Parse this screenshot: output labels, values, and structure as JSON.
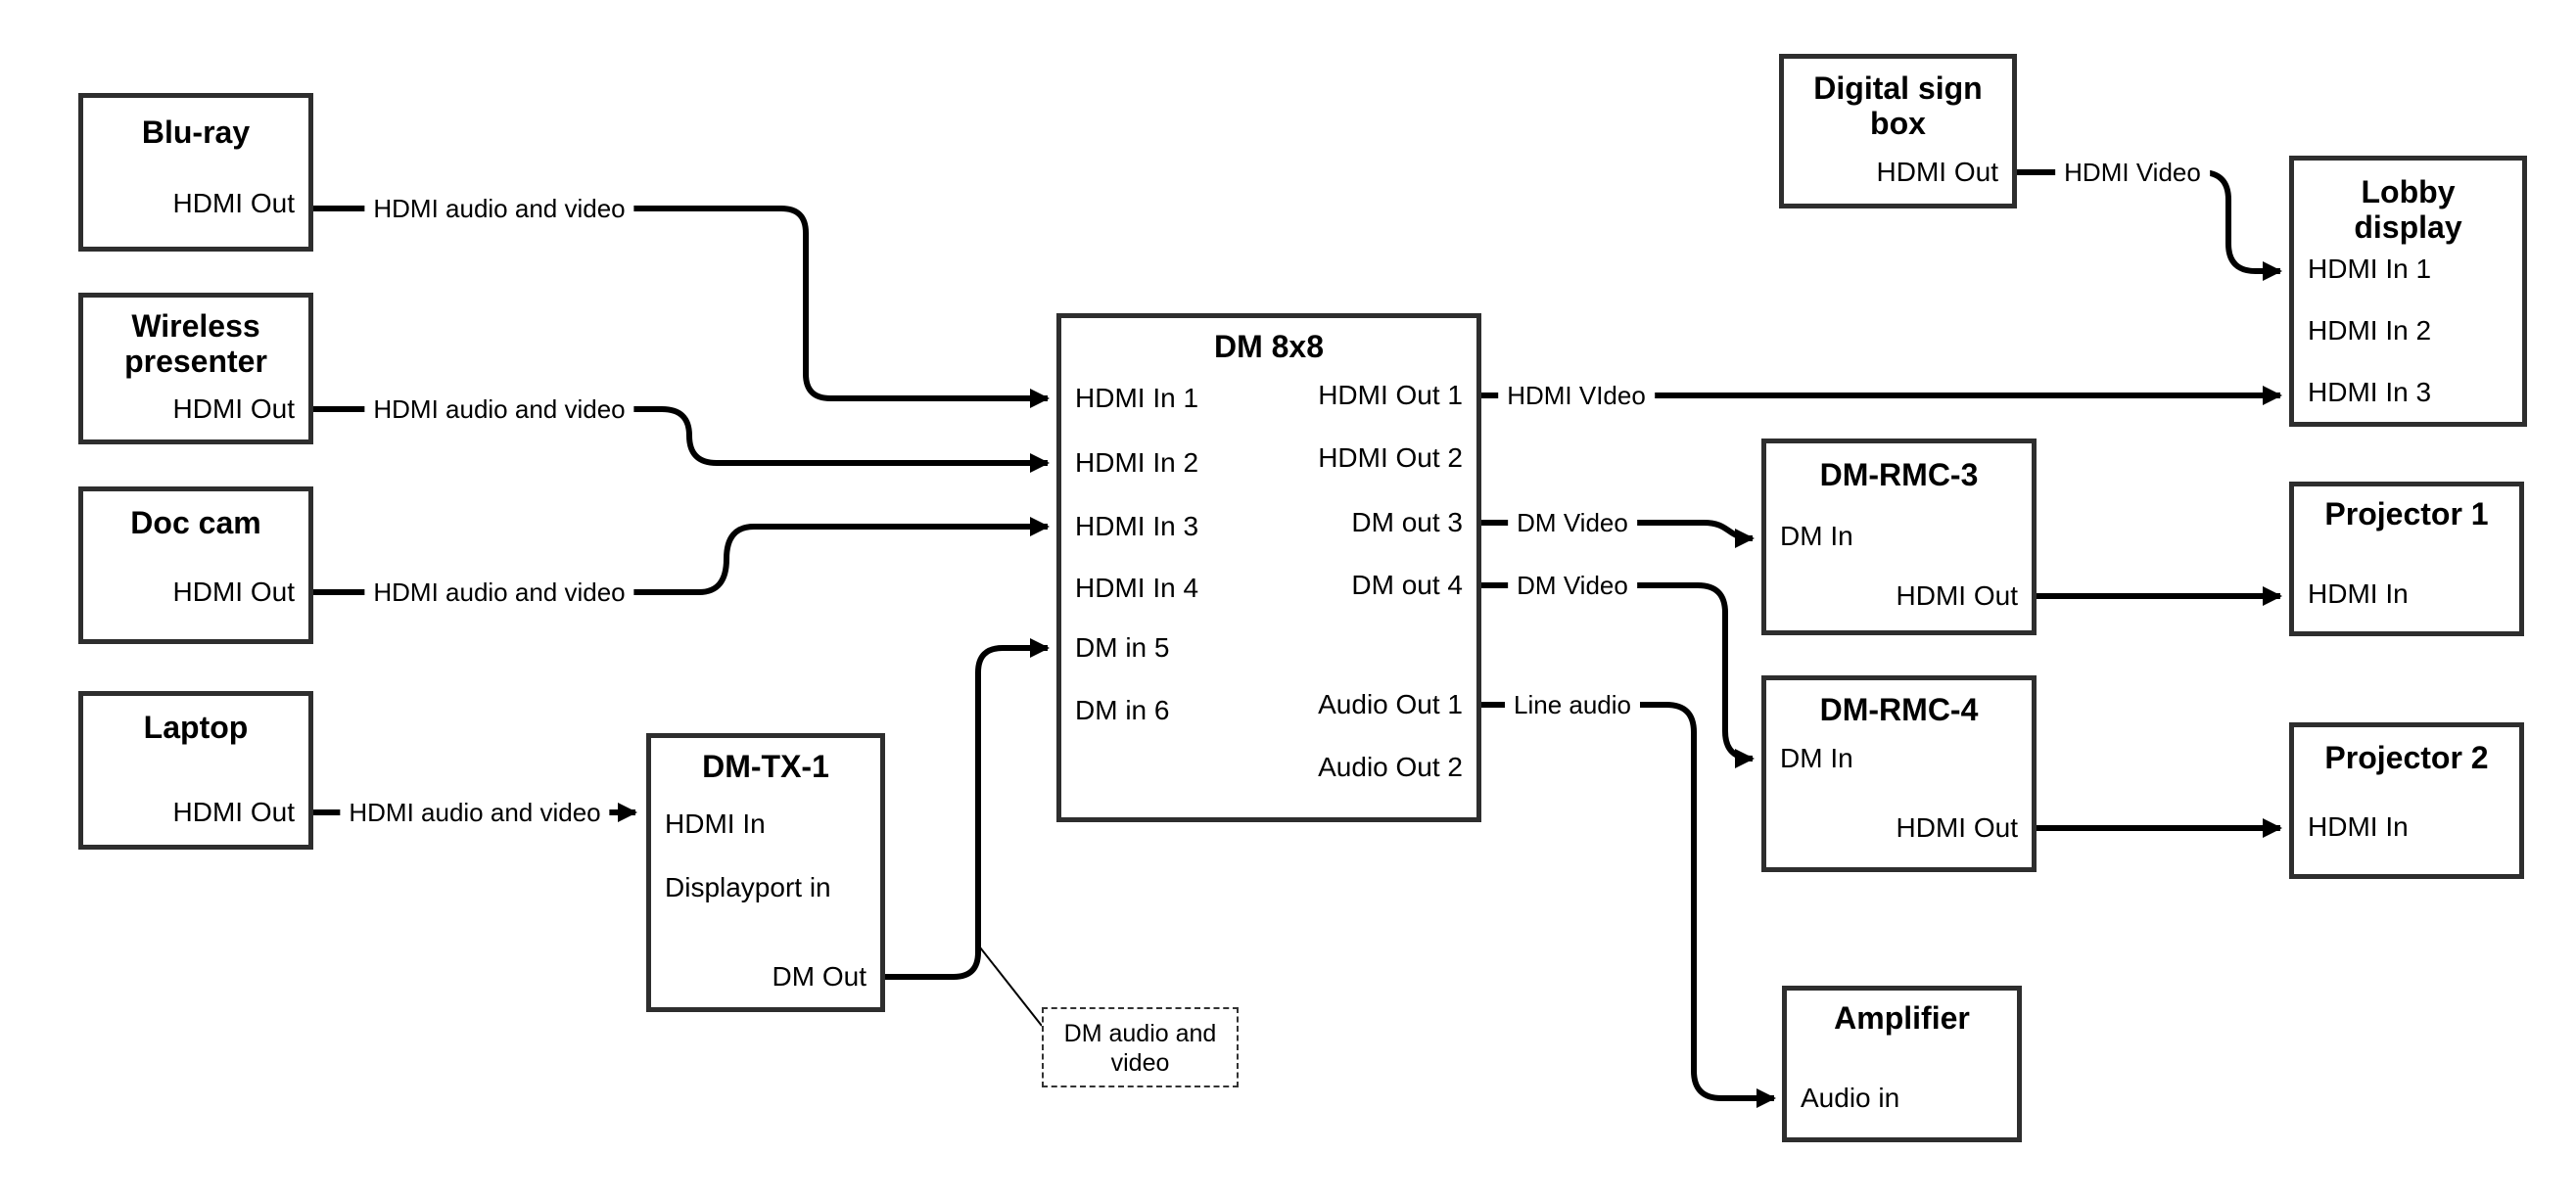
{
  "canvas": {
    "background": "#ffffff",
    "line_color": "#000000",
    "box_border_color": "#2e2e2e"
  },
  "nodes": {
    "bluray": {
      "title_lines": [
        "Blu-ray"
      ],
      "ports": {
        "hdmi_out": "HDMI Out"
      }
    },
    "wireless": {
      "title_lines": [
        "Wireless",
        "presenter"
      ],
      "ports": {
        "hdmi_out": "HDMI Out"
      }
    },
    "doccam": {
      "title_lines": [
        "Doc cam"
      ],
      "ports": {
        "hdmi_out": "HDMI Out"
      }
    },
    "laptop": {
      "title_lines": [
        "Laptop"
      ],
      "ports": {
        "hdmi_out": "HDMI Out"
      }
    },
    "dmtx1": {
      "title_lines": [
        "DM-TX-1"
      ],
      "ports": {
        "hdmi_in": "HDMI In",
        "displayport_in": "Displayport in",
        "dm_out": "DM Out"
      }
    },
    "dm8x8": {
      "title_lines": [
        "DM 8x8"
      ],
      "ports": {
        "hdmi_in_1": "HDMI In 1",
        "hdmi_in_2": "HDMI In 2",
        "hdmi_in_3": "HDMI In 3",
        "hdmi_in_4": "HDMI In 4",
        "dm_in_5": "DM in 5",
        "dm_in_6": "DM in 6",
        "hdmi_out_1": "HDMI Out 1",
        "hdmi_out_2": "HDMI Out 2",
        "dm_out_3": "DM out 3",
        "dm_out_4": "DM out 4",
        "audio_out_1": "Audio Out 1",
        "audio_out_2": "Audio Out 2"
      }
    },
    "digitalsign": {
      "title_lines": [
        "Digital sign",
        "box"
      ],
      "ports": {
        "hdmi_out": "HDMI Out"
      }
    },
    "lobby": {
      "title_lines": [
        "Lobby",
        "display"
      ],
      "ports": {
        "hdmi_in_1": "HDMI In 1",
        "hdmi_in_2": "HDMI In 2",
        "hdmi_in_3": "HDMI In 3"
      }
    },
    "dmrmc3": {
      "title_lines": [
        "DM-RMC-3"
      ],
      "ports": {
        "dm_in": "DM In",
        "hdmi_out": "HDMI Out"
      }
    },
    "projector1": {
      "title_lines": [
        "Projector 1"
      ],
      "ports": {
        "hdmi_in": "HDMI In"
      }
    },
    "dmrmc4": {
      "title_lines": [
        "DM-RMC-4"
      ],
      "ports": {
        "dm_in": "DM In",
        "hdmi_out": "HDMI Out"
      }
    },
    "projector2": {
      "title_lines": [
        "Projector 2"
      ],
      "ports": {
        "hdmi_in": "HDMI In"
      }
    },
    "amplifier": {
      "title_lines": [
        "Amplifier"
      ],
      "ports": {
        "audio_in": "Audio in"
      }
    }
  },
  "edge_labels": {
    "bluray_to_dm8x8": "HDMI audio and video",
    "wireless_to_dm8x8": "HDMI audio and video",
    "doccam_to_dm8x8": "HDMI audio and video",
    "laptop_to_dmtx1": "HDMI audio and video",
    "hdmiout1_to_lobby": "HDMI VIdeo",
    "dmout3_to_dmrmc3": "DM Video",
    "dmout4_to_dmrmc4": "DM Video",
    "audioout1_to_amplifier": "Line audio",
    "digitalsign_to_lobby": "HDMI Video"
  },
  "annotation": {
    "lines": [
      "DM audio and",
      "video"
    ]
  }
}
